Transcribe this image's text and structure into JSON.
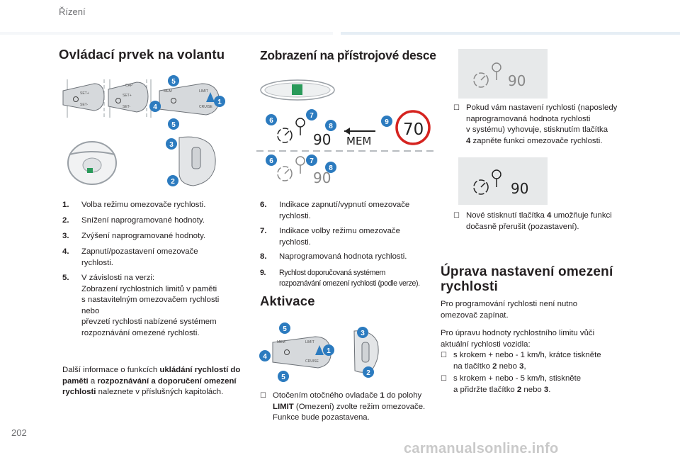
{
  "header": {
    "section": "Řízení",
    "page_number": "202",
    "watermark": "carmanualsonline.info"
  },
  "col1": {
    "title": "Ovládací prvek na volantu",
    "items": [
      {
        "num": "1.",
        "text": "Volba režimu omezovače rychlosti."
      },
      {
        "num": "2.",
        "text": "Snížení naprogramované hodnoty."
      },
      {
        "num": "3.",
        "text": "Zvýšení naprogramované hodnoty."
      },
      {
        "num": "4.",
        "text": "Zapnutí/pozastavení omezovače\nrychlosti."
      },
      {
        "num": "5.",
        "text": "V závislosti na verzi:\nZobrazení rychlostních limitů v paměti\ns nastavitelným omezovačem rychlosti\nnebo\npřevzetí rychlosti nabízené systémem\nrozpoznávání omezené rychlosti."
      }
    ],
    "note_pre": "Další informace o funkcích ",
    "note_b1": "ukládání rychlostí do paměti",
    "note_mid": " a ",
    "note_b2": "rozpoznávání a doporučení omezení rychlosti",
    "note_post": " naleznete v příslušných kapitolách."
  },
  "col2": {
    "title": "Zobrazení na přístrojové desce",
    "items": [
      {
        "num": "6.",
        "text": "Indikace zapnutí/vypnutí omezovače\nrychlosti."
      },
      {
        "num": "7.",
        "text": "Indikace volby režimu omezovače\nrychlosti."
      },
      {
        "num": "8.",
        "text": "Naprogramovaná hodnota rychlosti."
      },
      {
        "num": "9.",
        "text": "Rychlost doporučovaná systémem\nrozpoznávání omezení rychlosti (podle verze)."
      }
    ],
    "aktivace_title": "Aktivace",
    "bullet_marker": "",
    "aktivace_pre": "Otočením otočného ovladače ",
    "aktivace_b1": "1",
    "aktivace_mid": " do polohy\n",
    "aktivace_b2": "LIMIT",
    "aktivace_post": " (Omezení) zvolte režim omezovače.\nFunkce bude pozastavena."
  },
  "col3": {
    "b1_pre": "Pokud vám nastavení rychlosti (naposledy\nnaprogramovaná hodnota rychlosti\nv systému) vyhovuje, stisknutím tlačítka\n",
    "b1_b": "4",
    "b1_post": " zapněte funkci omezovače rychlosti.",
    "b2_pre": "Nové stisknutí tlačítka ",
    "b2_b": "4",
    "b2_post": " umožňuje funkci\ndočasně přerušit (pozastavení).",
    "title": "Úprava nastavení omezení rychlosti",
    "p1": "Pro programování rychlosti není nutno\nomezovač zapínat.",
    "p2": "Pro úpravu hodnoty rychlostního limitu vůči\naktuální rychlosti vozidla:",
    "b3_pre": "s krokem + nebo - 1 km/h, krátce tiskněte\nna tlačítko ",
    "b3_b1": "2",
    "b3_mid": " nebo ",
    "b3_b2": "3",
    "b3_post": ",",
    "b4_pre": "s krokem + nebo - 5 km/h, stiskněte\na přidržte tlačítko ",
    "b4_b1": "2",
    "b4_mid": " nebo ",
    "b4_b2": "3",
    "b4_post": "."
  },
  "display": {
    "speed": "90",
    "mem": "MEM",
    "recommended": "70"
  },
  "badges": {
    "n1": "1",
    "n2": "2",
    "n3": "3",
    "n4": "4",
    "n5": "5",
    "n6": "6",
    "n7": "7",
    "n8": "8",
    "n9": "9"
  },
  "colors": {
    "badge": "#2c7bbf",
    "header_bar": "#e6eef5",
    "display_bg": "#e7e9ea",
    "green_indicator": "#2a9a5a",
    "red_ring": "#d5231f"
  }
}
